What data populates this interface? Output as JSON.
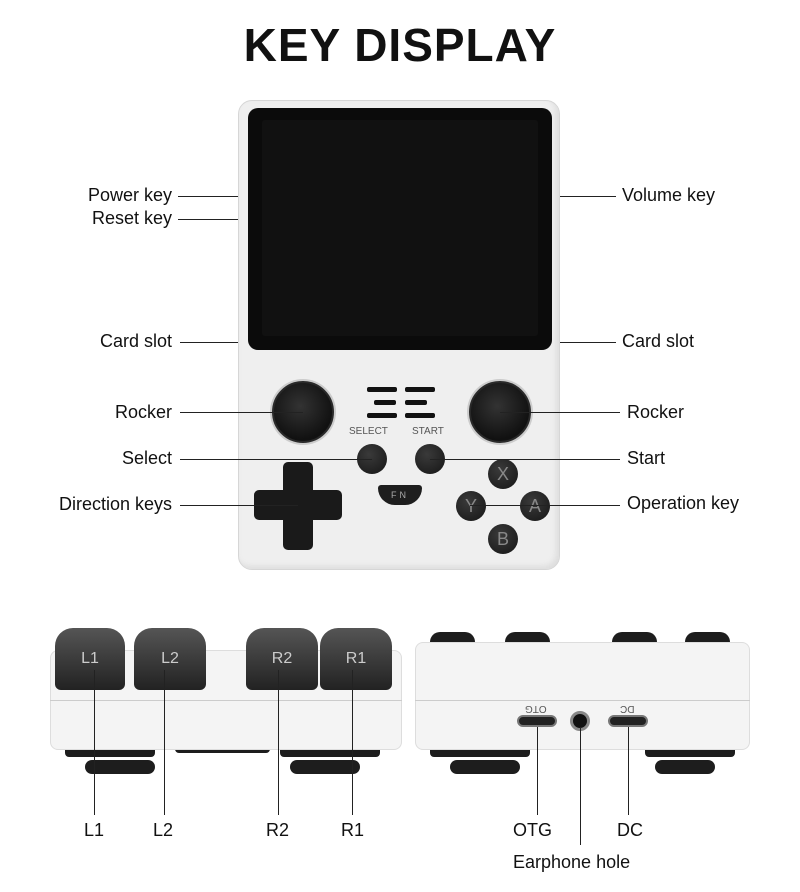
{
  "title": "KEY DISPLAY",
  "front_labels": {
    "power_key": "Power key",
    "reset_key": "Reset key",
    "volume_key": "Volume key",
    "card_slot_left": "Card slot",
    "card_slot_right": "Card slot",
    "rocker_left": "Rocker",
    "rocker_right": "Rocker",
    "select": "Select",
    "start": "Start",
    "direction_keys": "Direction keys",
    "operation_key": "Operation key"
  },
  "device_markings": {
    "select": "SELECT",
    "start": "START",
    "fn": "FN",
    "x": "X",
    "y": "Y",
    "a": "A",
    "b": "B",
    "l1": "L1",
    "l2": "L2",
    "r2": "R2",
    "r1": "R1",
    "otg": "OTG",
    "dc": "DC"
  },
  "bottom_labels": {
    "l1": "L1",
    "l2": "L2",
    "r2": "R2",
    "r1": "R1",
    "otg": "OTG",
    "dc": "DC",
    "earphone": "Earphone hole"
  }
}
